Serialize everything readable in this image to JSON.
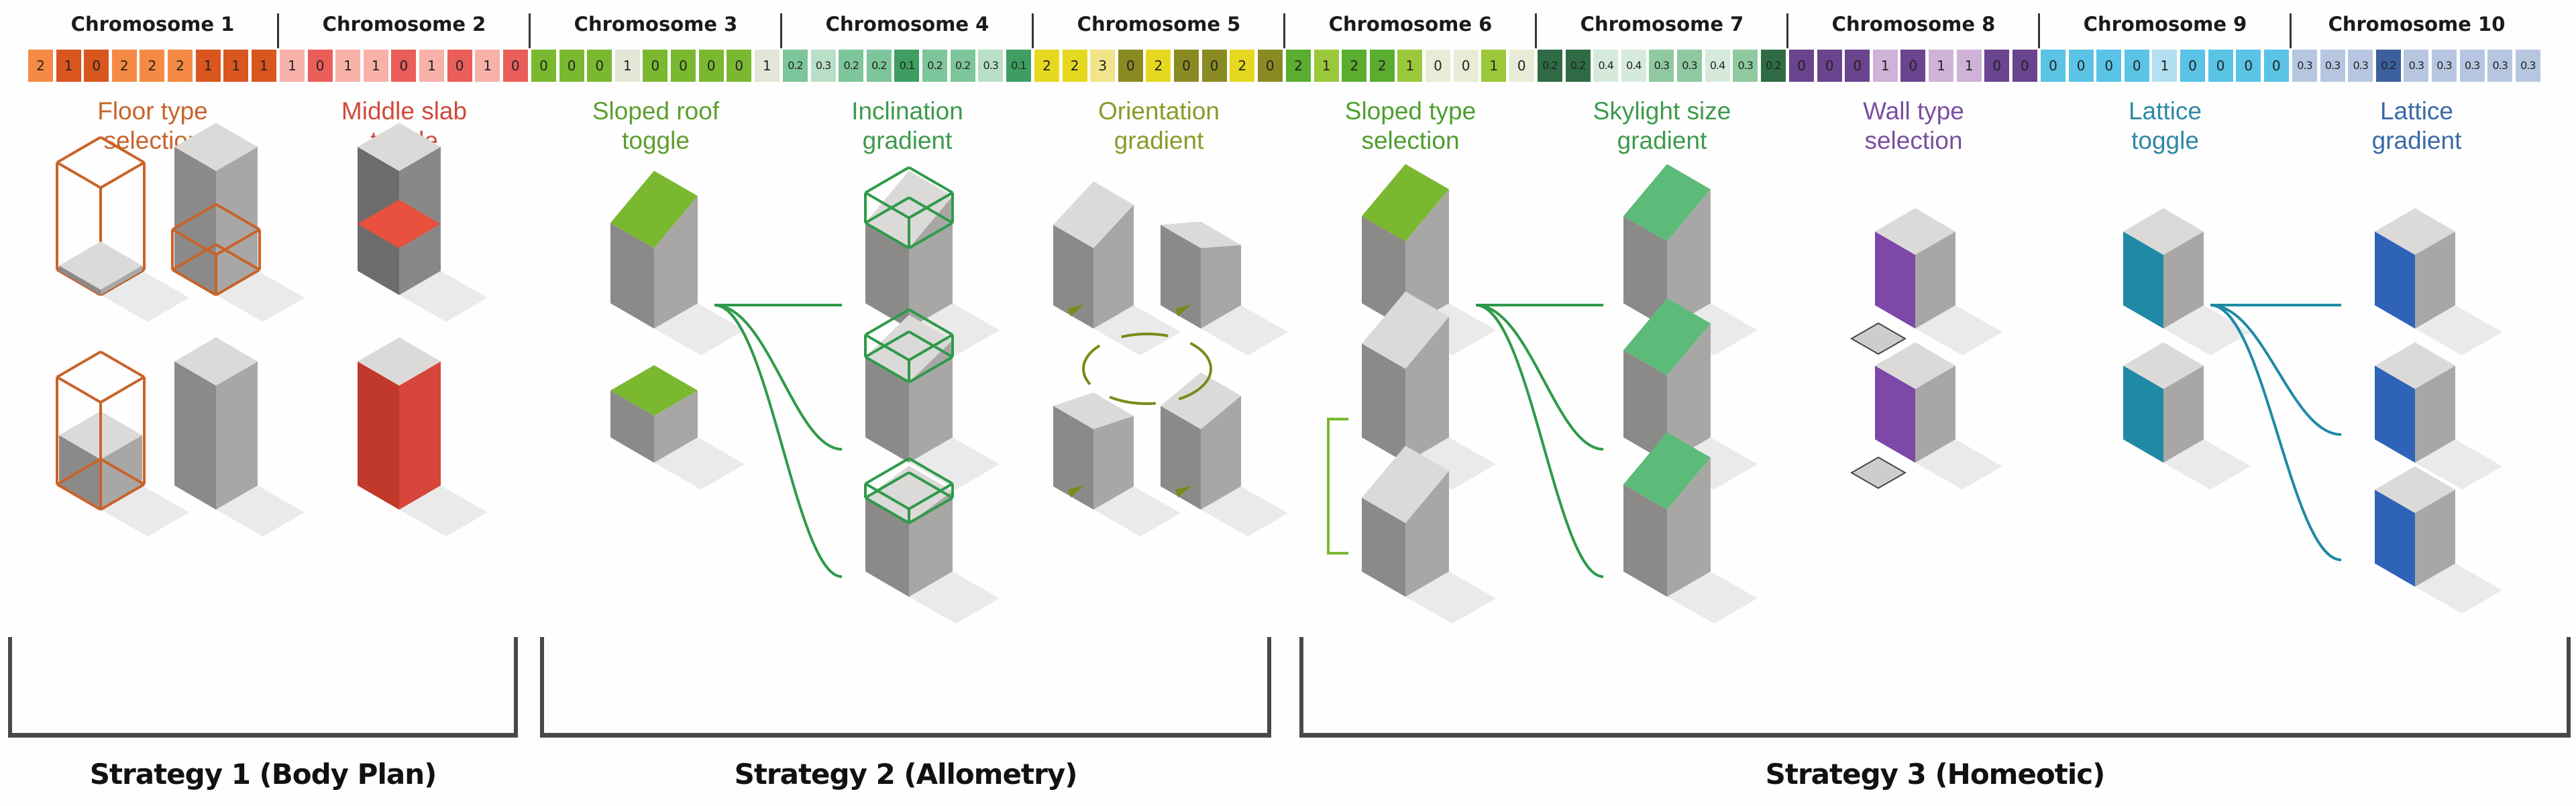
{
  "chromosomes": [
    {
      "title": "Chromosome 1",
      "feature": "Floor type\nselection",
      "label_color": "#c8632a",
      "genes": [
        "2",
        "1",
        "0",
        "2",
        "2",
        "2",
        "1",
        "1",
        "1"
      ],
      "gene_colors": [
        "#f58a45",
        "#d9561e",
        "#d9561e",
        "#f58a45",
        "#f58a45",
        "#f58a45",
        "#d9561e",
        "#d9561e",
        "#d9561e"
      ]
    },
    {
      "title": "Chromosome 2",
      "feature": "Middle slab\ntoggle",
      "label_color": "#d04a3c",
      "genes": [
        "1",
        "0",
        "1",
        "1",
        "0",
        "1",
        "0",
        "1",
        "0"
      ],
      "gene_colors": [
        "#f8b1a8",
        "#ea5e5a",
        "#f8b1a8",
        "#f8b1a8",
        "#ea5e5a",
        "#f8b1a8",
        "#ea5e5a",
        "#f8b1a8",
        "#ea5e5a"
      ]
    },
    {
      "title": "Chromosome 3",
      "feature": "Sloped roof\ntoggle",
      "label_color": "#5e9e2e",
      "genes": [
        "0",
        "0",
        "0",
        "1",
        "0",
        "0",
        "0",
        "0",
        "1"
      ],
      "gene_colors": [
        "#7ab830",
        "#7ab830",
        "#7ab830",
        "#e2e6d6",
        "#7ab830",
        "#7ab830",
        "#7ab830",
        "#7ab830",
        "#e2e6d6"
      ]
    },
    {
      "title": "Chromosome 4",
      "feature": "Inclination\ngradient",
      "label_color": "#3d9a4c",
      "genes": [
        "0.2",
        "0.3",
        "0.2",
        "0.2",
        "0.1",
        "0.2",
        "0.2",
        "0.3",
        "0.1"
      ],
      "gene_colors": [
        "#7dc59a",
        "#b9dfc6",
        "#7dc59a",
        "#7dc59a",
        "#3e9e62",
        "#7dc59a",
        "#7dc59a",
        "#b9dfc6",
        "#3e9e62"
      ]
    },
    {
      "title": "Chromosome 5",
      "feature": "Orientation\ngradient",
      "label_color": "#8a9a28",
      "genes": [
        "2",
        "2",
        "3",
        "0",
        "2",
        "0",
        "0",
        "2",
        "0"
      ],
      "gene_colors": [
        "#e6d81e",
        "#e6d81e",
        "#f2e48a",
        "#8a8a22",
        "#e6d81e",
        "#8a8a22",
        "#8a8a22",
        "#e6d81e",
        "#8a8a22"
      ]
    },
    {
      "title": "Chromosome 6",
      "feature": "Sloped type\nselection",
      "label_color": "#4f9e2e",
      "genes": [
        "2",
        "1",
        "2",
        "2",
        "1",
        "0",
        "0",
        "1",
        "0"
      ],
      "gene_colors": [
        "#5aad2e",
        "#9bc83a",
        "#5aad2e",
        "#5aad2e",
        "#9bc83a",
        "#e8ecd6",
        "#e8ecd6",
        "#9bc83a",
        "#e8ecd6"
      ]
    },
    {
      "title": "Chromosome 7",
      "feature": "Skylight size\ngradient",
      "label_color": "#3d9a4c",
      "genes": [
        "0.2",
        "0.2",
        "0.4",
        "0.4",
        "0.3",
        "0.3",
        "0.4",
        "0.3",
        "0.2"
      ],
      "gene_colors": [
        "#2f6b45",
        "#2f6b45",
        "#d6eadb",
        "#d6eadb",
        "#8ec9a0",
        "#8ec9a0",
        "#d6eadb",
        "#8ec9a0",
        "#2f6b45"
      ]
    },
    {
      "title": "Chromosome 8",
      "feature": "Wall type\nselection",
      "label_color": "#7a4ea0",
      "genes": [
        "0",
        "0",
        "0",
        "1",
        "0",
        "1",
        "1",
        "0",
        "0"
      ],
      "gene_colors": [
        "#6a448e",
        "#6a448e",
        "#6a448e",
        "#cfb2d8",
        "#6a448e",
        "#cfb2d8",
        "#cfb2d8",
        "#6a448e",
        "#6a448e"
      ]
    },
    {
      "title": "Chromosome 9",
      "feature": "Lattice\ntoggle",
      "label_color": "#2e88a6",
      "genes": [
        "0",
        "0",
        "0",
        "0",
        "1",
        "0",
        "0",
        "0",
        "0"
      ],
      "gene_colors": [
        "#5ac3e6",
        "#5ac3e6",
        "#5ac3e6",
        "#5ac3e6",
        "#b3e0f0",
        "#5ac3e6",
        "#5ac3e6",
        "#5ac3e6",
        "#5ac3e6"
      ]
    },
    {
      "title": "Chromosome 10",
      "feature": "Lattice\ngradient",
      "label_color": "#3a6aa8",
      "genes": [
        "0.3",
        "0.3",
        "0.3",
        "0.2",
        "0.3",
        "0.3",
        "0.3",
        "0.3",
        "0.3"
      ],
      "gene_colors": [
        "#b7c6e0",
        "#b7c6e0",
        "#b7c6e0",
        "#3c5f9e",
        "#b7c6e0",
        "#b7c6e0",
        "#b7c6e0",
        "#b7c6e0",
        "#b7c6e0"
      ]
    }
  ],
  "strategies": [
    {
      "label": "Strategy 1 (Body Plan)"
    },
    {
      "label": "Strategy 2 (Allometry)"
    },
    {
      "label": "Strategy 3 (Homeotic)"
    }
  ],
  "colors": {
    "bracket": "#4a4746",
    "building_top": "#dcdad8",
    "building_left": "#8c8a89",
    "building_right": "#a9a7a6",
    "wire_orange": "#c8632a",
    "slab_red": "#e8503e",
    "roof_green": "#7ab830",
    "incl_green": "#2f9a4a",
    "orient_olive": "#7a8a1a",
    "skylight_green": "#5dbb7a",
    "wall_purple": "#7d48a8",
    "lattice_teal": "#1f8aa6",
    "lattice_blue": "#2f63b8"
  }
}
